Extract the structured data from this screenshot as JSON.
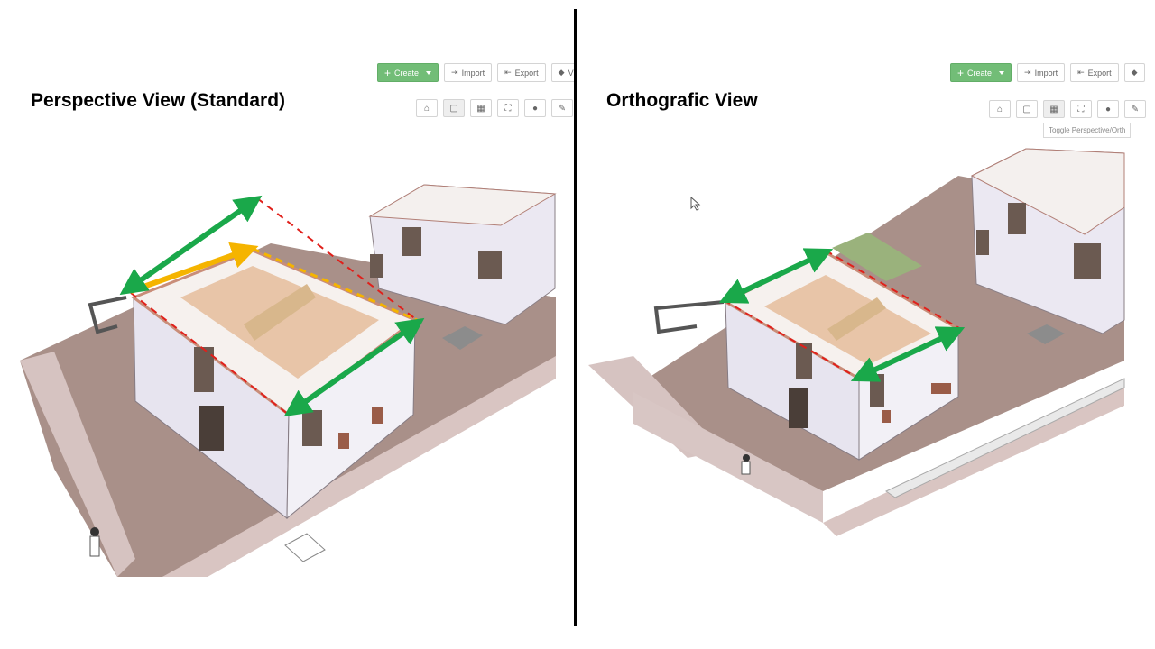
{
  "left": {
    "heading": "Perspective View (Standard)",
    "toolbar": {
      "create_label": "Create",
      "import_label": "Import",
      "export_label": "Export",
      "extra_label": "V"
    },
    "view_icons": [
      "home-icon",
      "cube-icon",
      "grid-icon",
      "fullscreen-icon",
      "person-icon",
      "pen-icon"
    ]
  },
  "right": {
    "heading": "Orthografic View",
    "toolbar": {
      "create_label": "Create",
      "import_label": "Import",
      "export_label": "Export"
    },
    "view_icons": [
      "home-icon",
      "cube-icon",
      "grid-icon",
      "fullscreen-icon",
      "person-icon",
      "pen-icon"
    ],
    "tooltip": "Toggle Perspective/Orth"
  },
  "colors": {
    "accent_green_button": "#72bd77",
    "arrow_green": "#1aa84a",
    "arrow_yellow": "#f5b400",
    "dashed_red": "#e0201b",
    "ground": "#a78d85"
  }
}
